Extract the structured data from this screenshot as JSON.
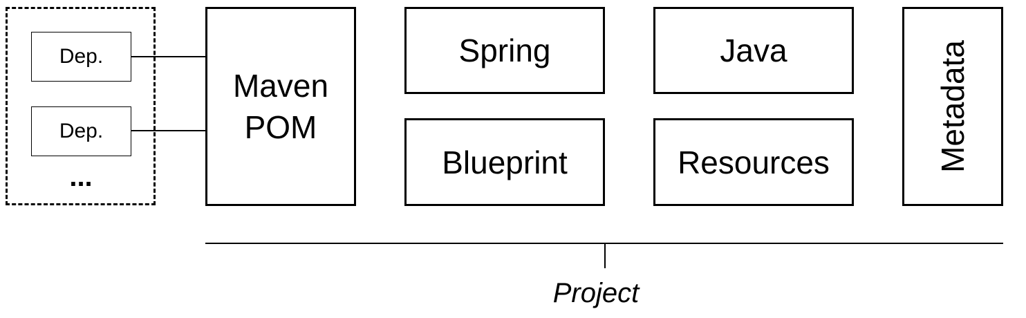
{
  "dependencies": {
    "items": [
      "Dep.",
      "Dep."
    ],
    "more": "..."
  },
  "maven_pom": {
    "line1": "Maven",
    "line2": "POM"
  },
  "spring": "Spring",
  "java": "Java",
  "blueprint": "Blueprint",
  "resources": "Resources",
  "metadata": "Metadata",
  "project": "Project"
}
